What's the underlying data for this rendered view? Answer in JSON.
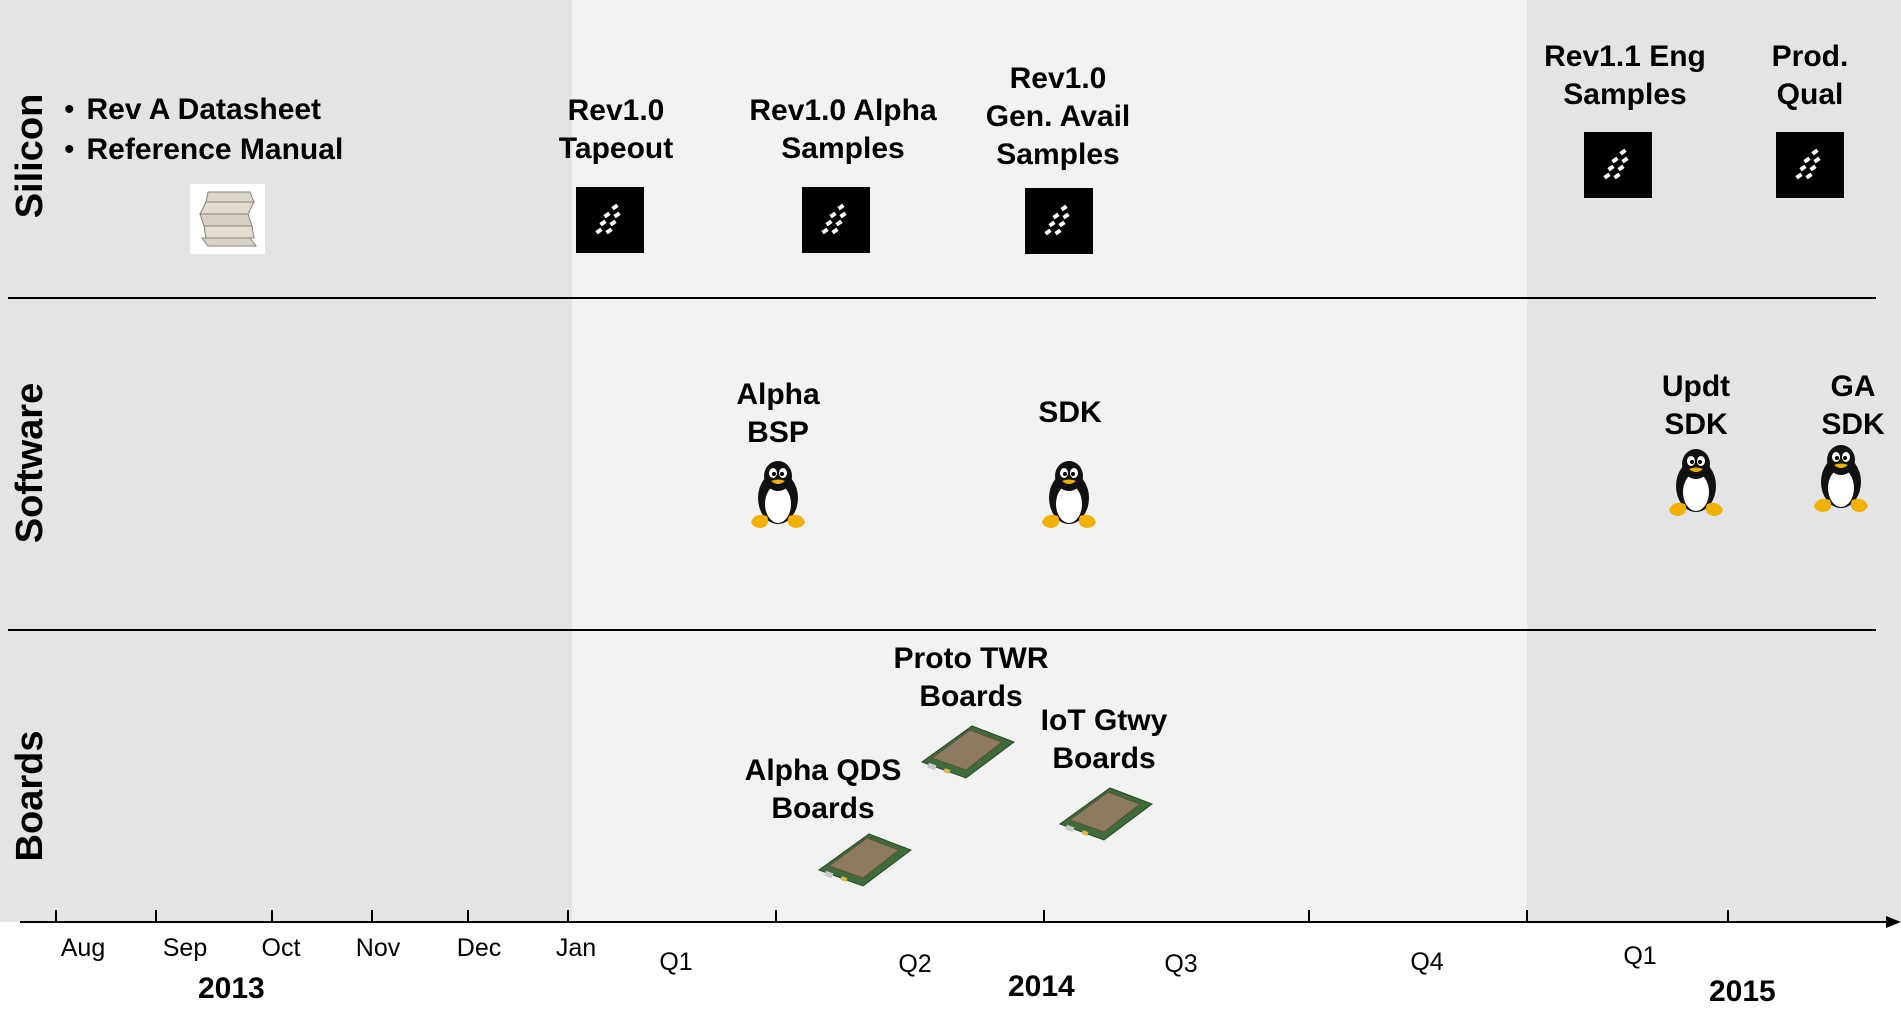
{
  "lanes": {
    "silicon": "Silicon",
    "software": "Software",
    "boards": "Boards"
  },
  "silicon": {
    "docs": [
      "Rev A Datasheet",
      "Reference Manual"
    ],
    "milestones": [
      {
        "lines": [
          "Rev1.0",
          "Tapeout"
        ]
      },
      {
        "lines": [
          "Rev1.0 Alpha",
          "Samples"
        ]
      },
      {
        "lines": [
          "Rev1.0",
          "Gen. Avail",
          "Samples"
        ]
      },
      {
        "lines": [
          "Rev1.1 Eng",
          "Samples"
        ]
      },
      {
        "lines": [
          "Prod.",
          "Qual"
        ]
      }
    ]
  },
  "software": {
    "milestones": [
      {
        "lines": [
          "Alpha",
          "BSP"
        ]
      },
      {
        "lines": [
          "SDK"
        ]
      },
      {
        "lines": [
          "Updt",
          "SDK"
        ]
      },
      {
        "lines": [
          "GA",
          "SDK"
        ]
      }
    ]
  },
  "boards": {
    "milestones": [
      {
        "lines": [
          "Alpha QDS",
          "Boards"
        ]
      },
      {
        "lines": [
          "Proto TWR",
          "Boards"
        ]
      },
      {
        "lines": [
          "IoT Gtwy",
          "Boards"
        ]
      }
    ]
  },
  "axis": {
    "months_2013": [
      "Aug",
      "Sep",
      "Oct",
      "Nov",
      "Dec"
    ],
    "jan": "Jan",
    "quarters_2014": [
      "Q1",
      "Q2",
      "Q3",
      "Q4"
    ],
    "quarters_2015": [
      "Q1"
    ],
    "years": [
      "2013",
      "2014",
      "2015"
    ]
  },
  "colors": {
    "past_bg": "#e3e4e6",
    "current_bg": "#f2f2f2",
    "chip": "#000000"
  },
  "icons": [
    "books-icon",
    "freescale-chip-icon",
    "tux-penguin-icon",
    "circuit-board-icon"
  ]
}
